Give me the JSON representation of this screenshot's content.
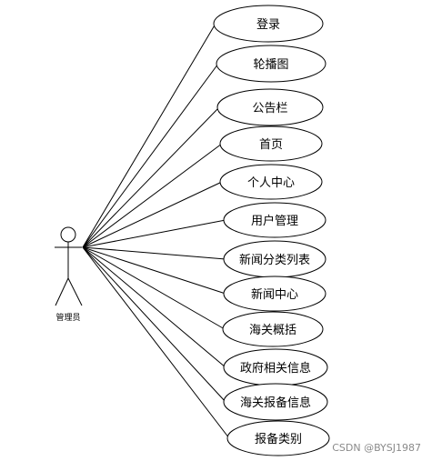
{
  "actor": {
    "name": "管理员",
    "icon": "stick-figure-actor-icon"
  },
  "use_cases": [
    {
      "id": "login",
      "label": "登录"
    },
    {
      "id": "carousel",
      "label": "轮播图"
    },
    {
      "id": "bulletin",
      "label": "公告栏"
    },
    {
      "id": "home",
      "label": "首页"
    },
    {
      "id": "personal-center",
      "label": "个人中心"
    },
    {
      "id": "user-management",
      "label": "用户管理"
    },
    {
      "id": "news-category-list",
      "label": "新闻分类列表"
    },
    {
      "id": "news-center",
      "label": "新闻中心"
    },
    {
      "id": "customs-overview",
      "label": "海关概括"
    },
    {
      "id": "government-info",
      "label": "政府相关信息"
    },
    {
      "id": "customs-filing-info",
      "label": "海关报备信息"
    },
    {
      "id": "filing-category",
      "label": "报备类别"
    }
  ],
  "watermark": "CSDN @BYSJ1987",
  "colors": {
    "stroke": "#000000",
    "background": "#ffffff",
    "watermark": "#8a8a8a"
  }
}
